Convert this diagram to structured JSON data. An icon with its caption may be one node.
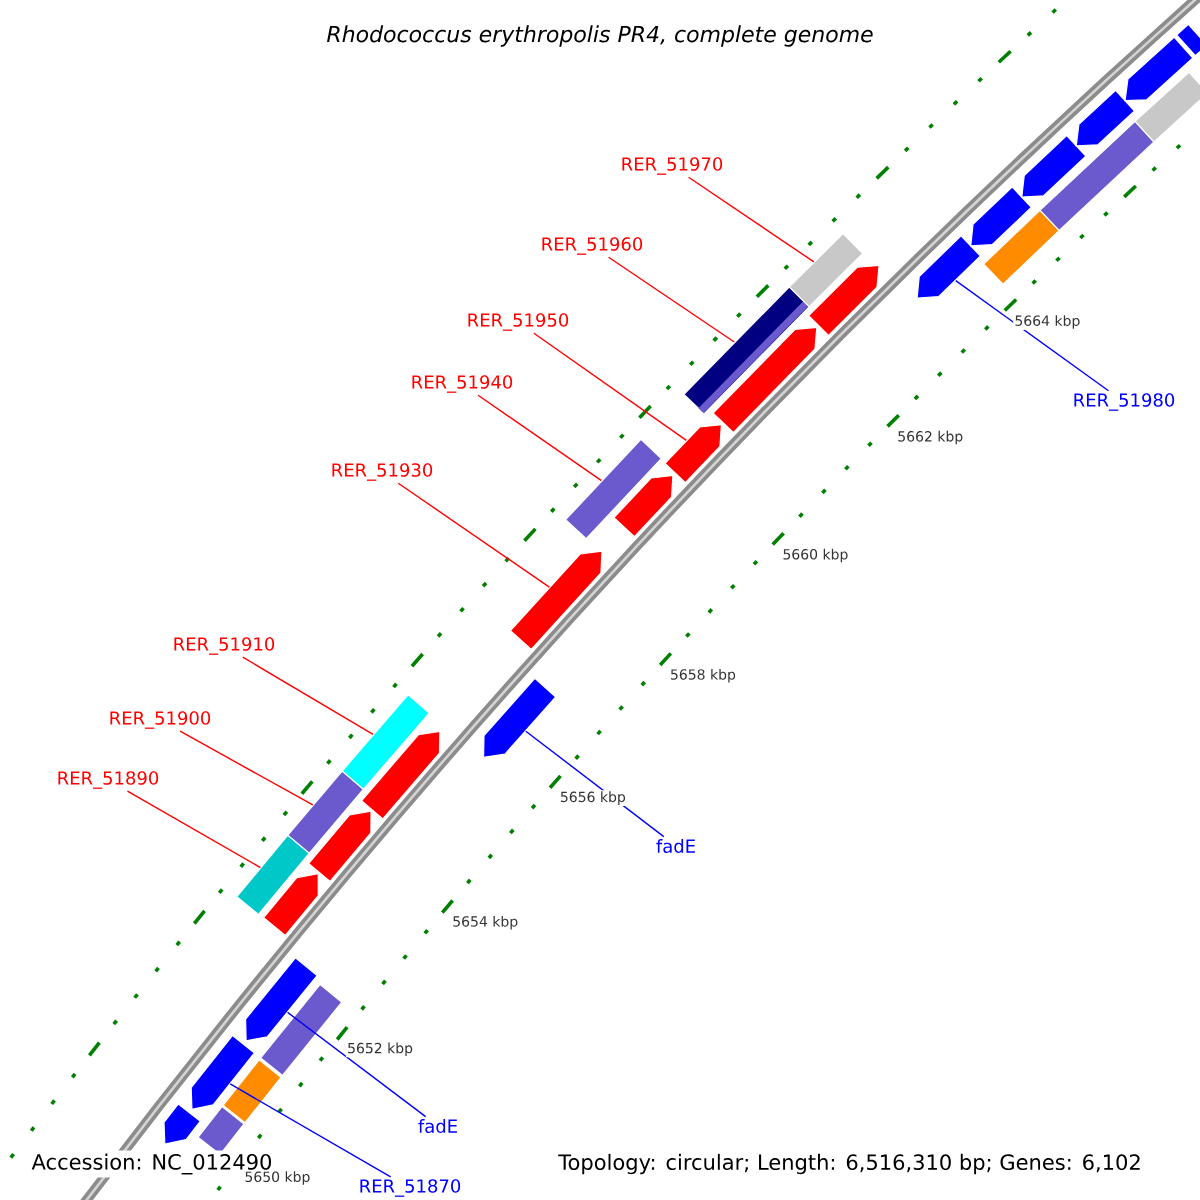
{
  "diagram": {
    "title": "Rhodococcus erythropolis PR4, complete genome",
    "nodes": [
      {
        "text": [
          "RER_51970"
        ]
      },
      {
        "text": [
          "RER_51960"
        ]
      },
      {
        "text": [
          "RER_51950"
        ]
      },
      {
        "text": [
          "RER_51940"
        ]
      },
      {
        "text": [
          "RER_51930"
        ]
      },
      {
        "text": [
          "RER_51980"
        ]
      },
      {
        "text": [
          "RER_51910"
        ]
      },
      {
        "text": [
          "RER_51900"
        ]
      },
      {
        "text": [
          "RER_51890"
        ]
      },
      {
        "text": [
          "fadE"
        ]
      },
      {
        "text": [
          "fadE"
        ]
      },
      {
        "text": [
          "RER_51870"
        ]
      },
      {
        "text": [],
        "shape": "pentagon"
      },
      {
        "text": [],
        "shape": "box"
      },
      {
        "text": [],
        "shape": "pentagon"
      },
      {
        "text": [],
        "shape": "box"
      },
      {
        "text": [],
        "shape": "box"
      },
      {
        "text": [],
        "shape": "pentagon"
      },
      {
        "text": [],
        "shape": "box"
      },
      {
        "text": [],
        "shape": "pentagon"
      },
      {
        "text": [],
        "shape": "pentagon"
      },
      {
        "text": [],
        "shape": "box"
      },
      {
        "text": [],
        "shape": "pentagon"
      },
      {
        "text": [],
        "shape": "box"
      },
      {
        "text": [],
        "shape": "pentagon"
      },
      {
        "text": [],
        "shape": "pentagon"
      },
      {
        "text": [],
        "shape": "box"
      },
      {
        "text": [],
        "shape": "pentagon"
      },
      {
        "text": [],
        "shape": "pentagon"
      },
      {
        "text": [],
        "shape": "box"
      },
      {
        "text": [],
        "shape": "pentagon"
      },
      {
        "text": [],
        "shape": "pentagon"
      },
      {
        "text": [],
        "shape": "box"
      },
      {
        "text": [],
        "shape": "pentagon"
      },
      {
        "text": [],
        "shape": "box"
      },
      {
        "text": [],
        "shape": "pentagon"
      },
      {
        "text": [],
        "shape": "pentagon"
      },
      {
        "text": [],
        "shape": "box"
      },
      {
        "text": [],
        "shape": "pentagon"
      },
      {
        "text": [],
        "shape": "box"
      },
      {
        "text": [],
        "shape": "pentagon"
      },
      {
        "text": [],
        "shape": "box"
      }
    ],
    "edges": [
      {
        "from": 0,
        "to": 32,
        "arrow": "none"
      },
      {
        "from": 1,
        "to": 29,
        "arrow": "none"
      },
      {
        "from": 2,
        "to": 28,
        "arrow": "none"
      },
      {
        "from": 3,
        "to": 26,
        "arrow": "none"
      },
      {
        "from": 4,
        "to": 25,
        "arrow": "none"
      },
      {
        "from": 5,
        "to": 33,
        "arrow": "none",
        "color": "#0000ff"
      },
      {
        "from": 6,
        "to": 23,
        "arrow": "none"
      },
      {
        "from": 7,
        "to": 21,
        "arrow": "none"
      },
      {
        "from": 8,
        "to": 18,
        "arrow": "none"
      },
      {
        "from": 9,
        "to": 24,
        "arrow": "none",
        "color": "#0000ff"
      },
      {
        "from": 10,
        "to": 17,
        "arrow": "none",
        "color": "#0000ff"
      },
      {
        "from": 11,
        "to": 14,
        "arrow": "none",
        "color": "#0000ff"
      }
    ],
    "labels": [
      "5664 kbp",
      "5662 kbp",
      "5660 kbp",
      "5658 kbp",
      "5656 kbp",
      "5654 kbp",
      "5652 kbp",
      "5650 kbp",
      "Accession: NC_012490",
      "Topology: circular; Length: 6,516,310 bp; Genes: 6,102"
    ]
  }
}
